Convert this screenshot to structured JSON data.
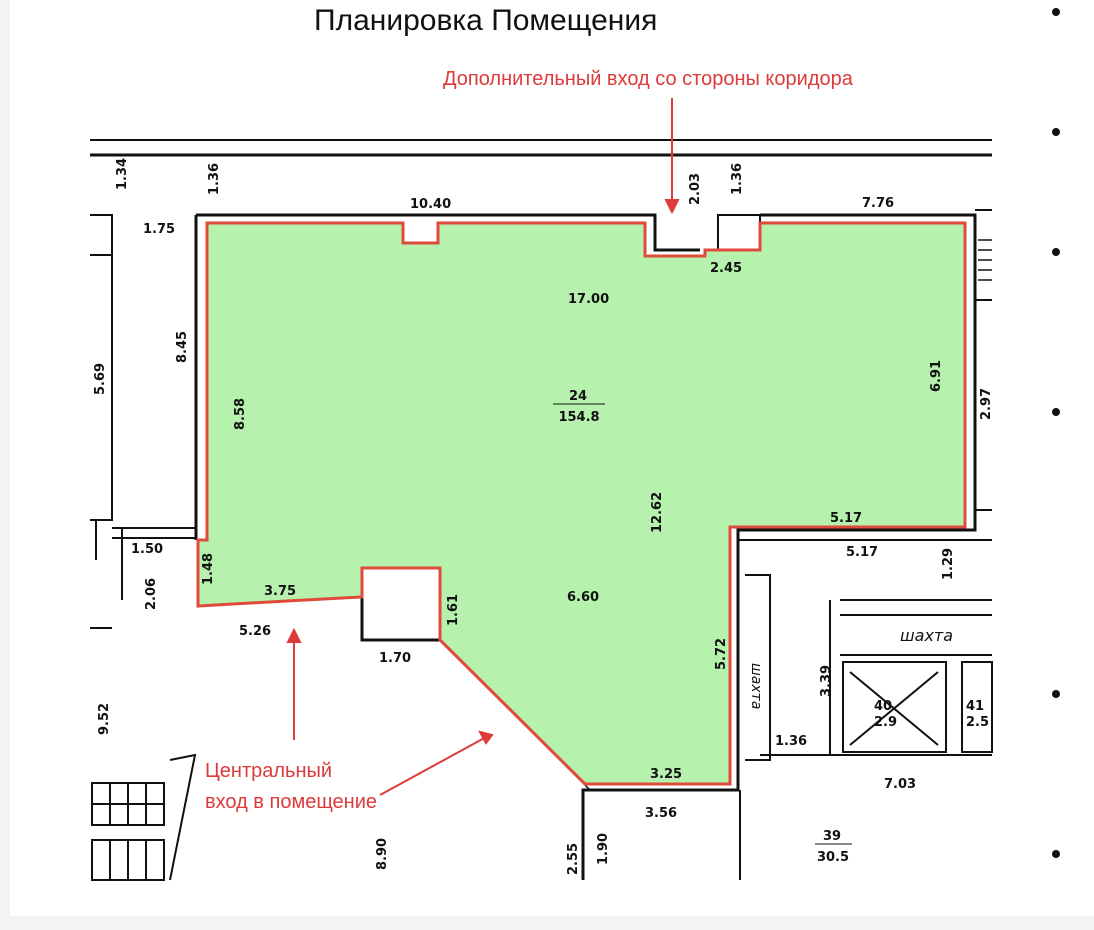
{
  "title": "Планировка Помещения",
  "annotations": {
    "side_entrance": "Дополнительный вход со стороны коридора",
    "main_entrance_line1": "Центральный",
    "main_entrance_line2": "вход в помещение"
  },
  "room": {
    "number": "24",
    "area": "154.8",
    "fill_color": "#b6f2ad",
    "outline_color": "#e04a3a"
  },
  "neighbor_room": {
    "number": "39",
    "area": "30.5"
  },
  "elevators": [
    {
      "number": "40",
      "area": "2.9"
    },
    {
      "number": "41",
      "area": "2.5"
    }
  ],
  "shaft_label": "шахта",
  "dimensions": {
    "d_1_34": "1.34",
    "d_1_36a": "1.36",
    "d_1_75": "1.75",
    "d_10_40": "10.40",
    "d_2_03": "2.03",
    "d_1_36b": "1.36",
    "d_7_76": "7.76",
    "d_2_45": "2.45",
    "d_17_00": "17.00",
    "d_8_45": "8.45",
    "d_8_58": "8.58",
    "d_6_91": "6.91",
    "d_2_97": "2.97",
    "d_12_62": "12.62",
    "d_5_17a": "5.17",
    "d_5_17b": "5.17",
    "d_1_50": "1.50",
    "d_1_48": "1.48",
    "d_2_06": "2.06",
    "d_3_75": "3.75",
    "d_5_26": "5.26",
    "d_1_61": "1.61",
    "d_1_70": "1.70",
    "d_6_60": "6.60",
    "d_1_29": "1.29",
    "d_5_72": "5.72",
    "d_3_39": "3.39",
    "d_1_36c": "1.36",
    "d_7_03": "7.03",
    "d_3_25": "3.25",
    "d_3_56": "3.56",
    "d_9_52": "9.52",
    "d_8_90": "8.90",
    "d_2_55": "2.55",
    "d_1_90": "1.90",
    "d_5_69": "5.69"
  }
}
